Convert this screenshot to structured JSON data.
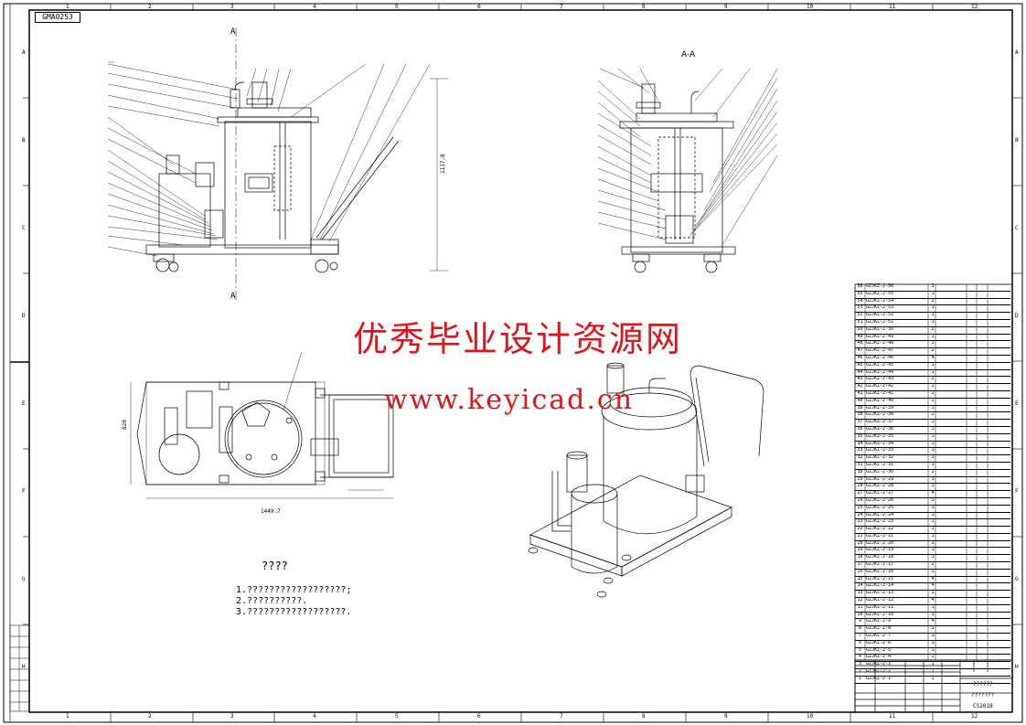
{
  "drawing": {
    "number": "GMA0253",
    "section_label": "A-A",
    "section_marks": [
      "A",
      "A"
    ],
    "overall_height_dim": "1117.8",
    "width_dim": "1449.7",
    "depth_dim": "820"
  },
  "watermark": {
    "title": "优秀毕业设计资源网",
    "url": "www.keyicad.cn"
  },
  "notes": {
    "title": "????",
    "items": [
      "1.??????????????????;",
      "2.??????????.",
      "3.??????????????????."
    ]
  },
  "border_numbers": {
    "top": [
      "1",
      "2",
      "3",
      "4",
      "5",
      "6",
      "7",
      "8",
      "9",
      "10",
      "11",
      "12"
    ],
    "right": [
      "A",
      "B",
      "C",
      "D",
      "E",
      "F",
      "G",
      "H"
    ]
  },
  "bom": {
    "rows": [
      {
        "no": "56",
        "code": "GZJKZ-2-56",
        "qty": "1"
      },
      {
        "no": "55",
        "code": "GZJKZ-2-55",
        "qty": "1"
      },
      {
        "no": "54",
        "code": "GZJKZ-2-54",
        "qty": "2"
      },
      {
        "no": "53",
        "code": "GZJKZ-2-53",
        "qty": "1"
      },
      {
        "no": "52",
        "code": "GZJKZ-2-52",
        "qty": "1"
      },
      {
        "no": "51",
        "code": "GZJKZ-2-51",
        "qty": "1"
      },
      {
        "no": "50",
        "code": "GZJKZ-2-50",
        "qty": "2"
      },
      {
        "no": "49",
        "code": "GZJKZ-2-49",
        "qty": "1"
      },
      {
        "no": "48",
        "code": "GZJKZ-2-48",
        "qty": "1"
      },
      {
        "no": "47",
        "code": "GZJKZ-2-47",
        "qty": "2"
      },
      {
        "no": "46",
        "code": "GZJKZ-2-46",
        "qty": "4"
      },
      {
        "no": "45",
        "code": "GZJKZ-2-45",
        "qty": "1"
      },
      {
        "no": "44",
        "code": "GZJKZ-2-44",
        "qty": "1"
      },
      {
        "no": "43",
        "code": "GZJKZ-2-43",
        "qty": "2"
      },
      {
        "no": "42",
        "code": "GZJKZ-2-42",
        "qty": "1"
      },
      {
        "no": "41",
        "code": "GZJKZ-2-41",
        "qty": "1"
      },
      {
        "no": "40",
        "code": "GZJKZ-2-40",
        "qty": "1"
      },
      {
        "no": "39",
        "code": "GZJKZ-2-39",
        "qty": "1"
      },
      {
        "no": "38",
        "code": "GZJKZ-2-38",
        "qty": "2"
      },
      {
        "no": "37",
        "code": "GZJKZ-2-37",
        "qty": "1"
      },
      {
        "no": "36",
        "code": "GZJKZ-2-36",
        "qty": "1"
      },
      {
        "no": "35",
        "code": "GZJKZ-2-35",
        "qty": "1"
      },
      {
        "no": "34",
        "code": "GZJKZ-2-34",
        "qty": "1"
      },
      {
        "no": "33",
        "code": "GZJKZ-2-33",
        "qty": "1"
      },
      {
        "no": "32",
        "code": "GZJKZ-2-32",
        "qty": "1"
      },
      {
        "no": "31",
        "code": "GZJKZ-2-31",
        "qty": "1"
      },
      {
        "no": "30",
        "code": "GZJKZ-2-30",
        "qty": "2"
      },
      {
        "no": "29",
        "code": "GZJKZ-2-29",
        "qty": "1"
      },
      {
        "no": "28",
        "code": "GZJKZ-2-28",
        "qty": "1"
      },
      {
        "no": "27",
        "code": "GZJKZ-2-27",
        "qty": "4"
      },
      {
        "no": "26",
        "code": "GZJKZ-2-26",
        "qty": "1"
      },
      {
        "no": "25",
        "code": "GZJKZ-2-25",
        "qty": "1"
      },
      {
        "no": "24",
        "code": "GZJKZ-2-24",
        "qty": "1"
      },
      {
        "no": "23",
        "code": "GZJKZ-2-23",
        "qty": "1"
      },
      {
        "no": "22",
        "code": "GZJKZ-2-22",
        "qty": "1"
      },
      {
        "no": "21",
        "code": "GZJKZ-2-21",
        "qty": "1"
      },
      {
        "no": "20",
        "code": "GZJKZ-2-20",
        "qty": "1"
      },
      {
        "no": "19",
        "code": "GZJKZ-2-19",
        "qty": "1"
      },
      {
        "no": "18",
        "code": "GZJKZ-2-18",
        "qty": "1"
      },
      {
        "no": "17",
        "code": "GZJKZ-2-17",
        "qty": "2"
      },
      {
        "no": "16",
        "code": "GZJKZ-2-16",
        "qty": "1"
      },
      {
        "no": "15",
        "code": "GZJKZ-2-15",
        "qty": "4"
      },
      {
        "no": "14",
        "code": "GZJKZ-2-14",
        "qty": "4"
      },
      {
        "no": "13",
        "code": "GZJKZ-2-13",
        "qty": "1"
      },
      {
        "no": "12",
        "code": "GZJKZ-2-12",
        "qty": "4"
      },
      {
        "no": "11",
        "code": "GZJKZ-2-11",
        "qty": "1"
      },
      {
        "no": "10",
        "code": "GZJKZ-2-10",
        "qty": "1"
      },
      {
        "no": "9",
        "code": "GZJKZ-2-9",
        "qty": "4"
      },
      {
        "no": "8",
        "code": "GZJKZ-2-8",
        "qty": "1"
      },
      {
        "no": "7",
        "code": "GZJKZ-2-7",
        "qty": "1"
      },
      {
        "no": "6",
        "code": "GZJKZ-2-6",
        "qty": "1"
      },
      {
        "no": "5",
        "code": "GZJKZ-2-5",
        "qty": "1"
      },
      {
        "no": "4",
        "code": "GZJKZ-2-4",
        "qty": "1"
      },
      {
        "no": "3",
        "code": "GZJKZ-2-3",
        "qty": "1"
      },
      {
        "no": "2",
        "code": "GZJKZ-2-2",
        "qty": "1"
      },
      {
        "no": "1",
        "code": "GZJKZ-2-1",
        "qty": "1"
      }
    ]
  },
  "title_block": {
    "name_top": "??????",
    "name_bottom": "???????",
    "code": "CS2018"
  },
  "colors": {
    "line": "#000000",
    "watermark": "#e0151b"
  }
}
